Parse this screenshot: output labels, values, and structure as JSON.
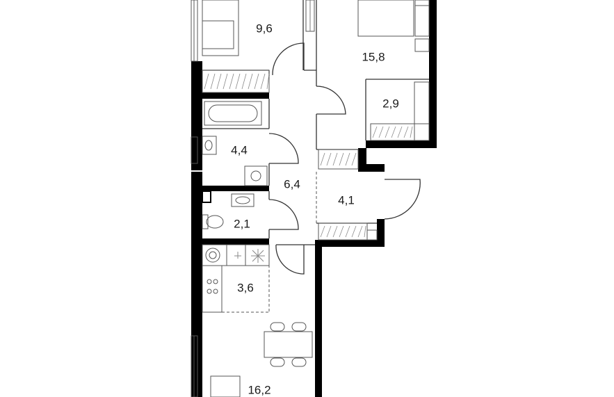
{
  "floor_plan": {
    "rooms": [
      {
        "id": "living-room",
        "area": "9,6"
      },
      {
        "id": "bedroom",
        "area": "15,8"
      },
      {
        "id": "wardrobe",
        "area": "2,9"
      },
      {
        "id": "bathroom",
        "area": "4,4"
      },
      {
        "id": "hallway",
        "area": "6,4"
      },
      {
        "id": "entrance",
        "area": "4,1"
      },
      {
        "id": "toilet",
        "area": "2,1"
      },
      {
        "id": "kitchen",
        "area": "3,6"
      },
      {
        "id": "kitchen-living",
        "area": "16,2"
      }
    ],
    "colors": {
      "wall": "#000000",
      "line": "#333333",
      "background": "#ffffff"
    }
  }
}
